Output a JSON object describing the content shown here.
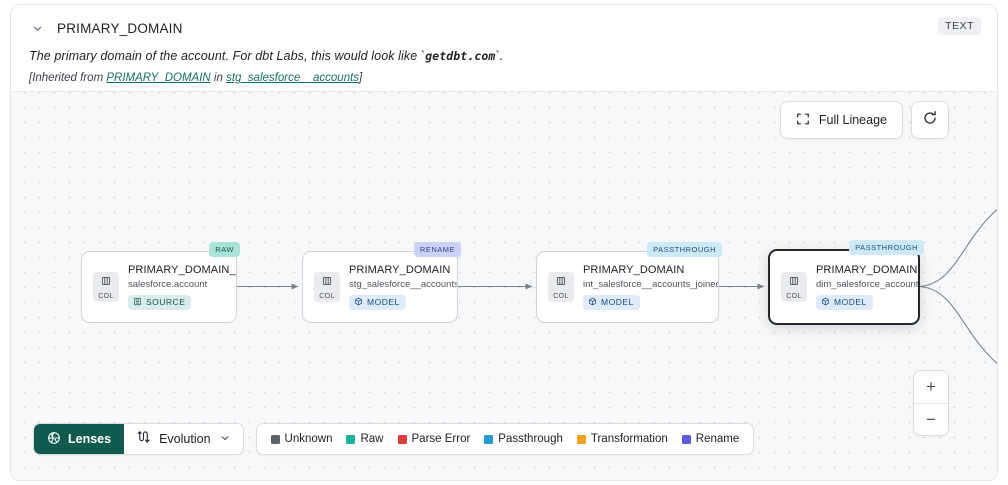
{
  "header": {
    "chevron_icon": "chevron-down-icon",
    "column_name": "PRIMARY_DOMAIN",
    "type_badge": "TEXT",
    "description_prefix": "The primary domain of the account. For dbt Labs, this would look like `",
    "description_code": "getdbt.com",
    "description_suffix": "`.",
    "inherited_open": "[Inherited from ",
    "inherited_link": "PRIMARY_DOMAIN",
    "inherited_mid": " in ",
    "inherited_source": "stg_salesforce__accounts",
    "inherited_close": "]"
  },
  "toolbar": {
    "full_lineage_label": "Full Lineage",
    "full_lineage_icon": "expand-icon",
    "refresh_icon": "refresh-icon"
  },
  "zoom_controls": {
    "zoom_in_label": "+",
    "zoom_out_label": "−"
  },
  "lineage": {
    "col_badge_label": "COL",
    "nodes": [
      {
        "tag": "RAW",
        "tag_class": "raw",
        "name": "PRIMARY_DOMAIN__C",
        "subtitle": "salesforce.account",
        "kind": "SOURCE",
        "kind_class": "source",
        "kind_icon": "database-icon",
        "selected": false
      },
      {
        "tag": "RENAME",
        "tag_class": "rename",
        "name": "PRIMARY_DOMAIN",
        "subtitle": "stg_salesforce__accounts",
        "kind": "MODEL",
        "kind_class": "model",
        "kind_icon": "cube-icon",
        "selected": false
      },
      {
        "tag": "PASSTHROUGH",
        "tag_class": "passthrough",
        "name": "PRIMARY_DOMAIN",
        "subtitle": "int_salesforce__accounts_joined",
        "kind": "MODEL",
        "kind_class": "model",
        "kind_icon": "cube-icon",
        "selected": false
      },
      {
        "tag": "PASSTHROUGH",
        "tag_class": "passthrough",
        "name": "PRIMARY_DOMAIN",
        "subtitle": "dim_salesforce_accounts",
        "kind": "MODEL",
        "kind_class": "model",
        "kind_icon": "cube-icon",
        "selected": true
      }
    ]
  },
  "bottom_bar": {
    "lenses_label": "Lenses",
    "lenses_icon": "aperture-icon",
    "evolution_label": "Evolution",
    "evolution_icon": "evolution-icon",
    "evolution_chevron_icon": "chevron-down-icon",
    "legend": [
      {
        "label": "Unknown",
        "color": "#5b6168"
      },
      {
        "label": "Raw",
        "color": "#18b59a"
      },
      {
        "label": "Parse Error",
        "color": "#e03b3b"
      },
      {
        "label": "Passthrough",
        "color": "#1f9bd8"
      },
      {
        "label": "Transformation",
        "color": "#f0a11a"
      },
      {
        "label": "Rename",
        "color": "#5b5be0"
      }
    ]
  }
}
